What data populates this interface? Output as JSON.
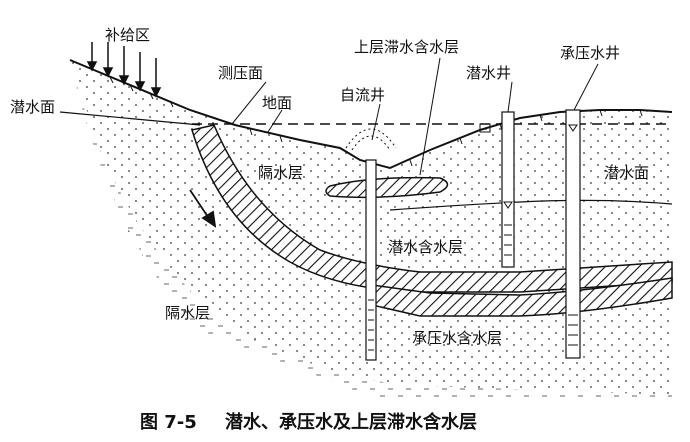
{
  "labels": {
    "recharge_zone": "补给区",
    "piezometric_surface": "测压面",
    "water_table_left": "潜水面",
    "ground_surface": "地面",
    "perched_aquifer": "上层滞水含水层",
    "flowing_well": "自流井",
    "phreatic_well": "潜水井",
    "confined_well": "承压水井",
    "aquitard_upper": "隔水层",
    "water_table_right": "潜水面",
    "phreatic_aquifer": "潜水含水层",
    "aquitard_lower": "隔水层",
    "confined_aquifer": "承压水含水层"
  },
  "caption": {
    "number": "图 7-5",
    "title": "潜水、承压水及上层滞水含水层"
  }
}
